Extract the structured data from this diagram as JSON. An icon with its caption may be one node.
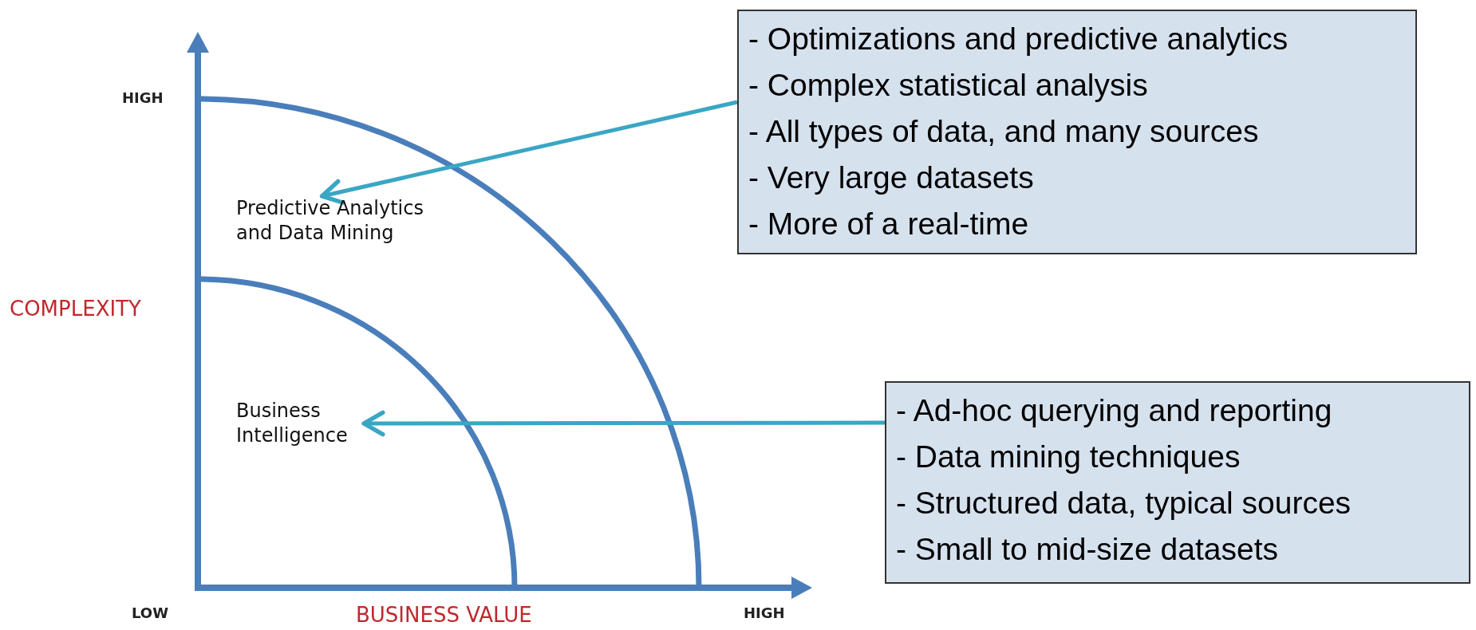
{
  "diagram": {
    "nodes": [
      {
        "text": [
          "- Optimizations and predictive analytics",
          "- Complex statistical analysis",
          "- All types of data, and many sources",
          "- Very large datasets",
          "- More of a real-time"
        ]
      },
      {
        "text": [
          "Predictive Analytics and Data Mining"
        ]
      },
      {
        "text": [
          "- Ad-hoc querying and reporting",
          "- Data mining techniques",
          "- Structured data, typical sources",
          "- Small to mid-size datasets"
        ]
      },
      {
        "text": [
          "Business Intelligence"
        ]
      }
    ],
    "edges": [
      {
        "from": 0,
        "to": 1,
        "arrow": "to"
      },
      {
        "from": 2,
        "to": 3,
        "arrow": "to"
      }
    ],
    "labels": [
      "HIGH",
      "COMPLEXITY",
      "LOW",
      "BUSINESS VALUE",
      "HIGH"
    ]
  }
}
